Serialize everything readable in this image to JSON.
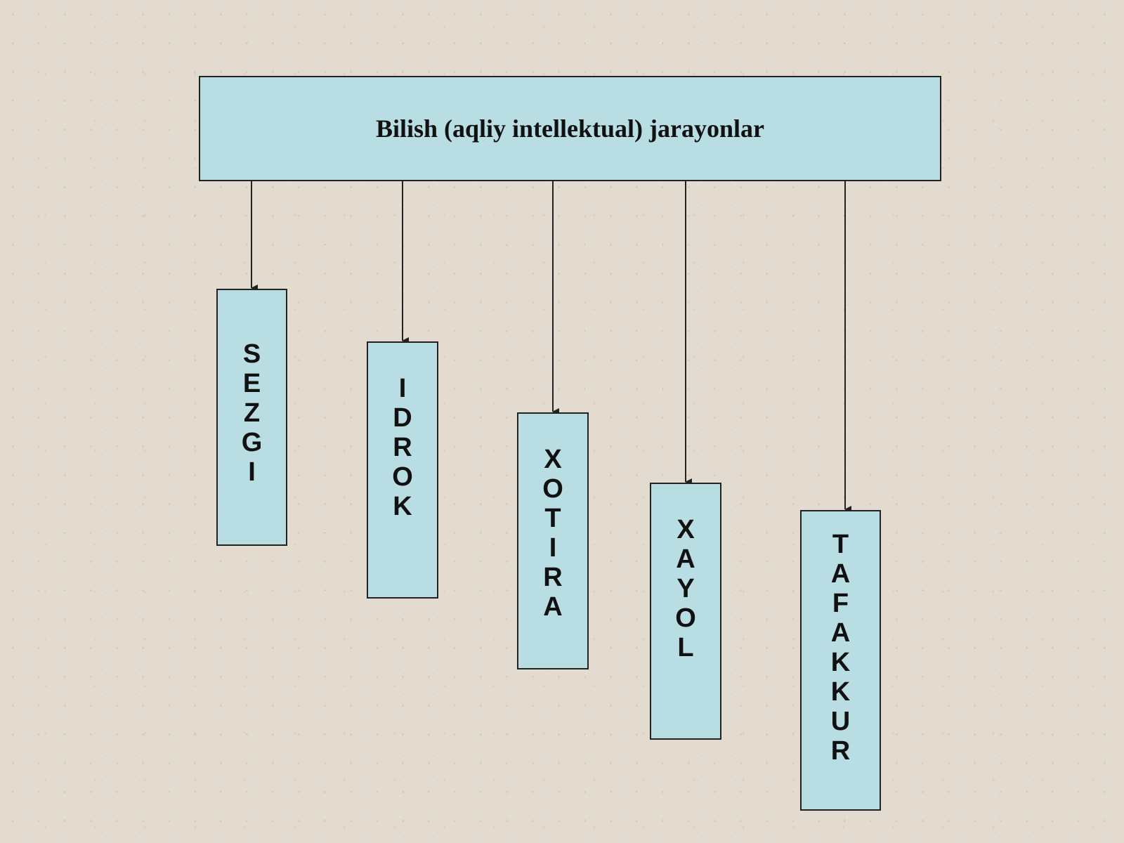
{
  "diagram": {
    "root": {
      "title": "Bilish (aqliy intellektual) jarayonlar"
    },
    "children": [
      {
        "label": "SEZGI"
      },
      {
        "label": "IDROK"
      },
      {
        "label": "XOTIRA"
      },
      {
        "label": "XAYOL"
      },
      {
        "label": "TAFAKKUR"
      }
    ]
  },
  "colors": {
    "background": "#e3dbcf",
    "box_fill": "#b8dde3",
    "stroke": "#222222"
  }
}
